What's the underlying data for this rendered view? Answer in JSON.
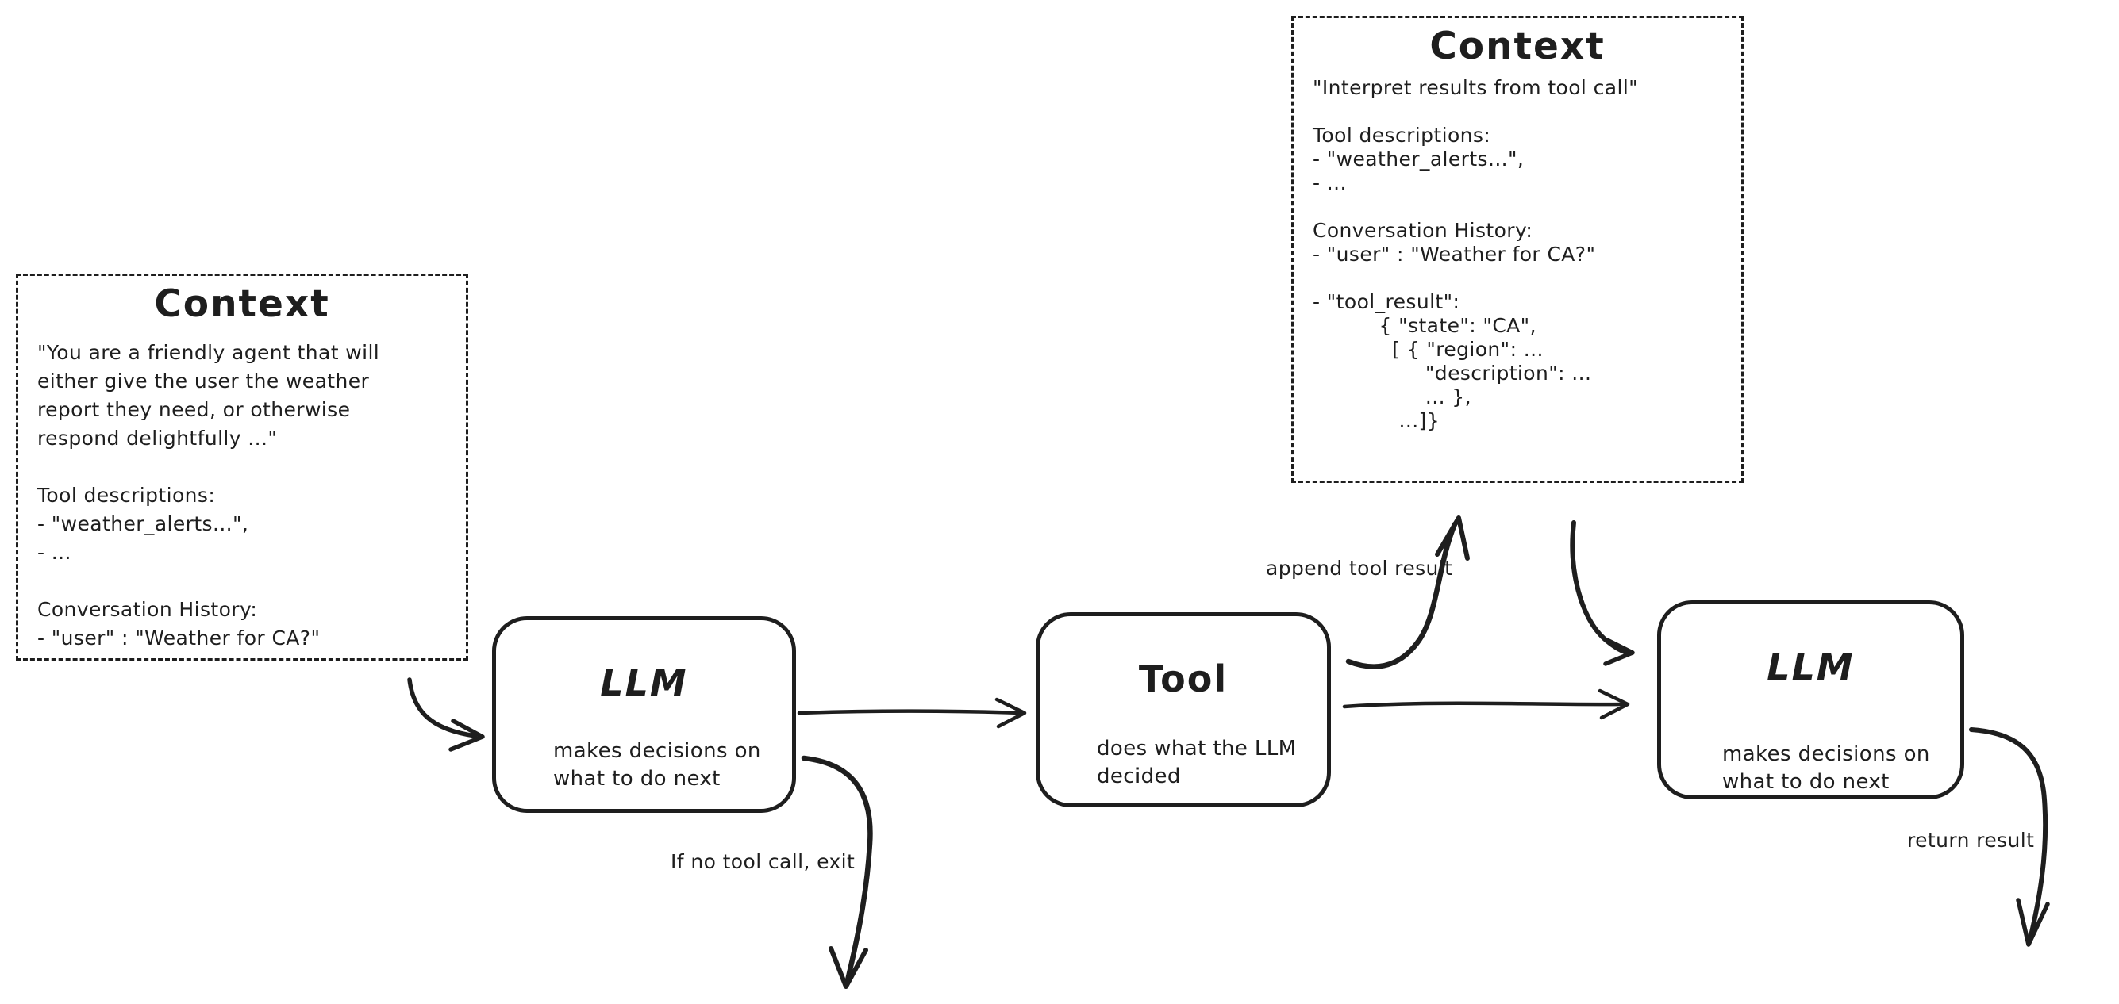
{
  "canvas": {
    "background_color": "#ffffff",
    "stroke_color": "#1e1e1e"
  },
  "context_left": {
    "title": "Context",
    "body": "\"You are a friendly agent that will\neither give the user the weather\nreport they need, or otherwise\nrespond delightfully ...\"\n\nTool descriptions:\n- \"weather_alerts...\",\n- ...\n\nConversation History:\n- \"user\" : \"Weather for CA?\""
  },
  "context_top": {
    "title": "Context",
    "body": "\"Interpret results from tool call\"\n\nTool descriptions:\n- \"weather_alerts...\",\n- ...\n\nConversation History:\n- \"user\" : \"Weather for CA?\"\n\n- \"tool_result\":\n          { \"state\": \"CA\",\n            [ { \"region\": ...\n                 \"description\": ...\n                 ... },\n             ...]}"
  },
  "nodes": {
    "llm1": {
      "title": "LLM",
      "subtitle": "makes decisions on\nwhat to do next"
    },
    "tool": {
      "title": "Tool",
      "subtitle": "does what the LLM\ndecided"
    },
    "llm2": {
      "title": "LLM",
      "subtitle": "makes decisions on\nwhat to do next"
    }
  },
  "labels": {
    "append_tool_result": "append tool result",
    "if_no_tool_call_exit": "If no tool call, exit",
    "return_result": "return result"
  },
  "edges": [
    {
      "from": "context-left",
      "to": "llm-1",
      "label": ""
    },
    {
      "from": "llm-1",
      "to": "tool",
      "label": ""
    },
    {
      "from": "llm-1",
      "to": "exit",
      "label": "If no tool call, exit"
    },
    {
      "from": "tool",
      "to": "context-top",
      "label": "append tool result"
    },
    {
      "from": "context-top",
      "to": "llm-2",
      "label": ""
    },
    {
      "from": "tool",
      "to": "llm-2",
      "label": ""
    },
    {
      "from": "llm-2",
      "to": "return",
      "label": "return result"
    }
  ]
}
